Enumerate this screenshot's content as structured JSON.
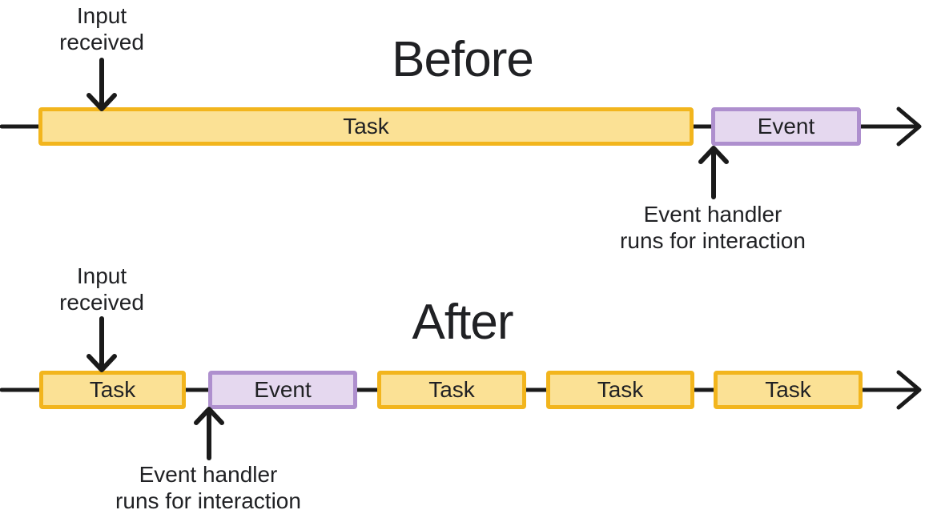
{
  "colors": {
    "task_fill": "#FBE195",
    "task_border": "#F2B51D",
    "event_fill": "#E5D8EF",
    "event_border": "#AE8FCE",
    "arrow": "#1A1A1A",
    "text": "#202124"
  },
  "sections": {
    "before": {
      "title": "Before",
      "input_annotation": {
        "lines": [
          "Input",
          "received"
        ]
      },
      "handler_annotation": {
        "lines": [
          "Event handler",
          "runs for interaction"
        ]
      },
      "timeline": {
        "boxes": [
          {
            "type": "task",
            "label": "Task"
          },
          {
            "type": "event",
            "label": "Event"
          }
        ]
      }
    },
    "after": {
      "title": "After",
      "input_annotation": {
        "lines": [
          "Input",
          "received"
        ]
      },
      "handler_annotation": {
        "lines": [
          "Event handler",
          "runs for interaction"
        ]
      },
      "timeline": {
        "boxes": [
          {
            "type": "task",
            "label": "Task"
          },
          {
            "type": "event",
            "label": "Event"
          },
          {
            "type": "task",
            "label": "Task"
          },
          {
            "type": "task",
            "label": "Task"
          },
          {
            "type": "task",
            "label": "Task"
          }
        ]
      }
    }
  }
}
